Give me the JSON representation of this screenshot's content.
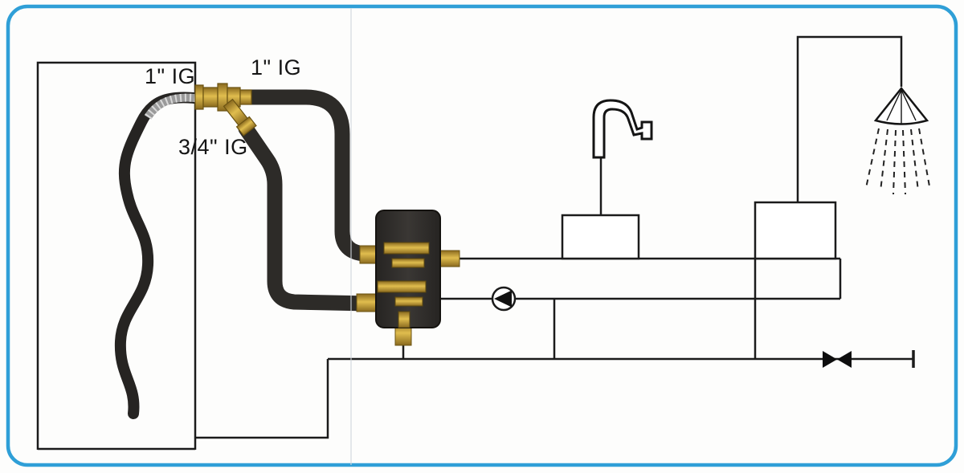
{
  "diagram": {
    "labels": {
      "top_left_fitting": "1\" IG",
      "top_right_fitting": "1\" IG",
      "branch_fitting": "3/4\" IG"
    },
    "colors": {
      "border": "#2f9fd7",
      "line": "#1b1b1b",
      "brass": "#c19a33",
      "insulated_pipe": "#2d2b28"
    },
    "components": [
      "storage-tank",
      "corrugated-flex-hose",
      "brass-y-fitting",
      "insulated-pipe-flow",
      "insulated-pipe-return",
      "pump-station",
      "circulation-pump",
      "tap-unit-box",
      "faucet",
      "shower-unit-box",
      "shower-head",
      "shut-off-valve",
      "cold-water-line",
      "pipe-end-cap"
    ]
  }
}
